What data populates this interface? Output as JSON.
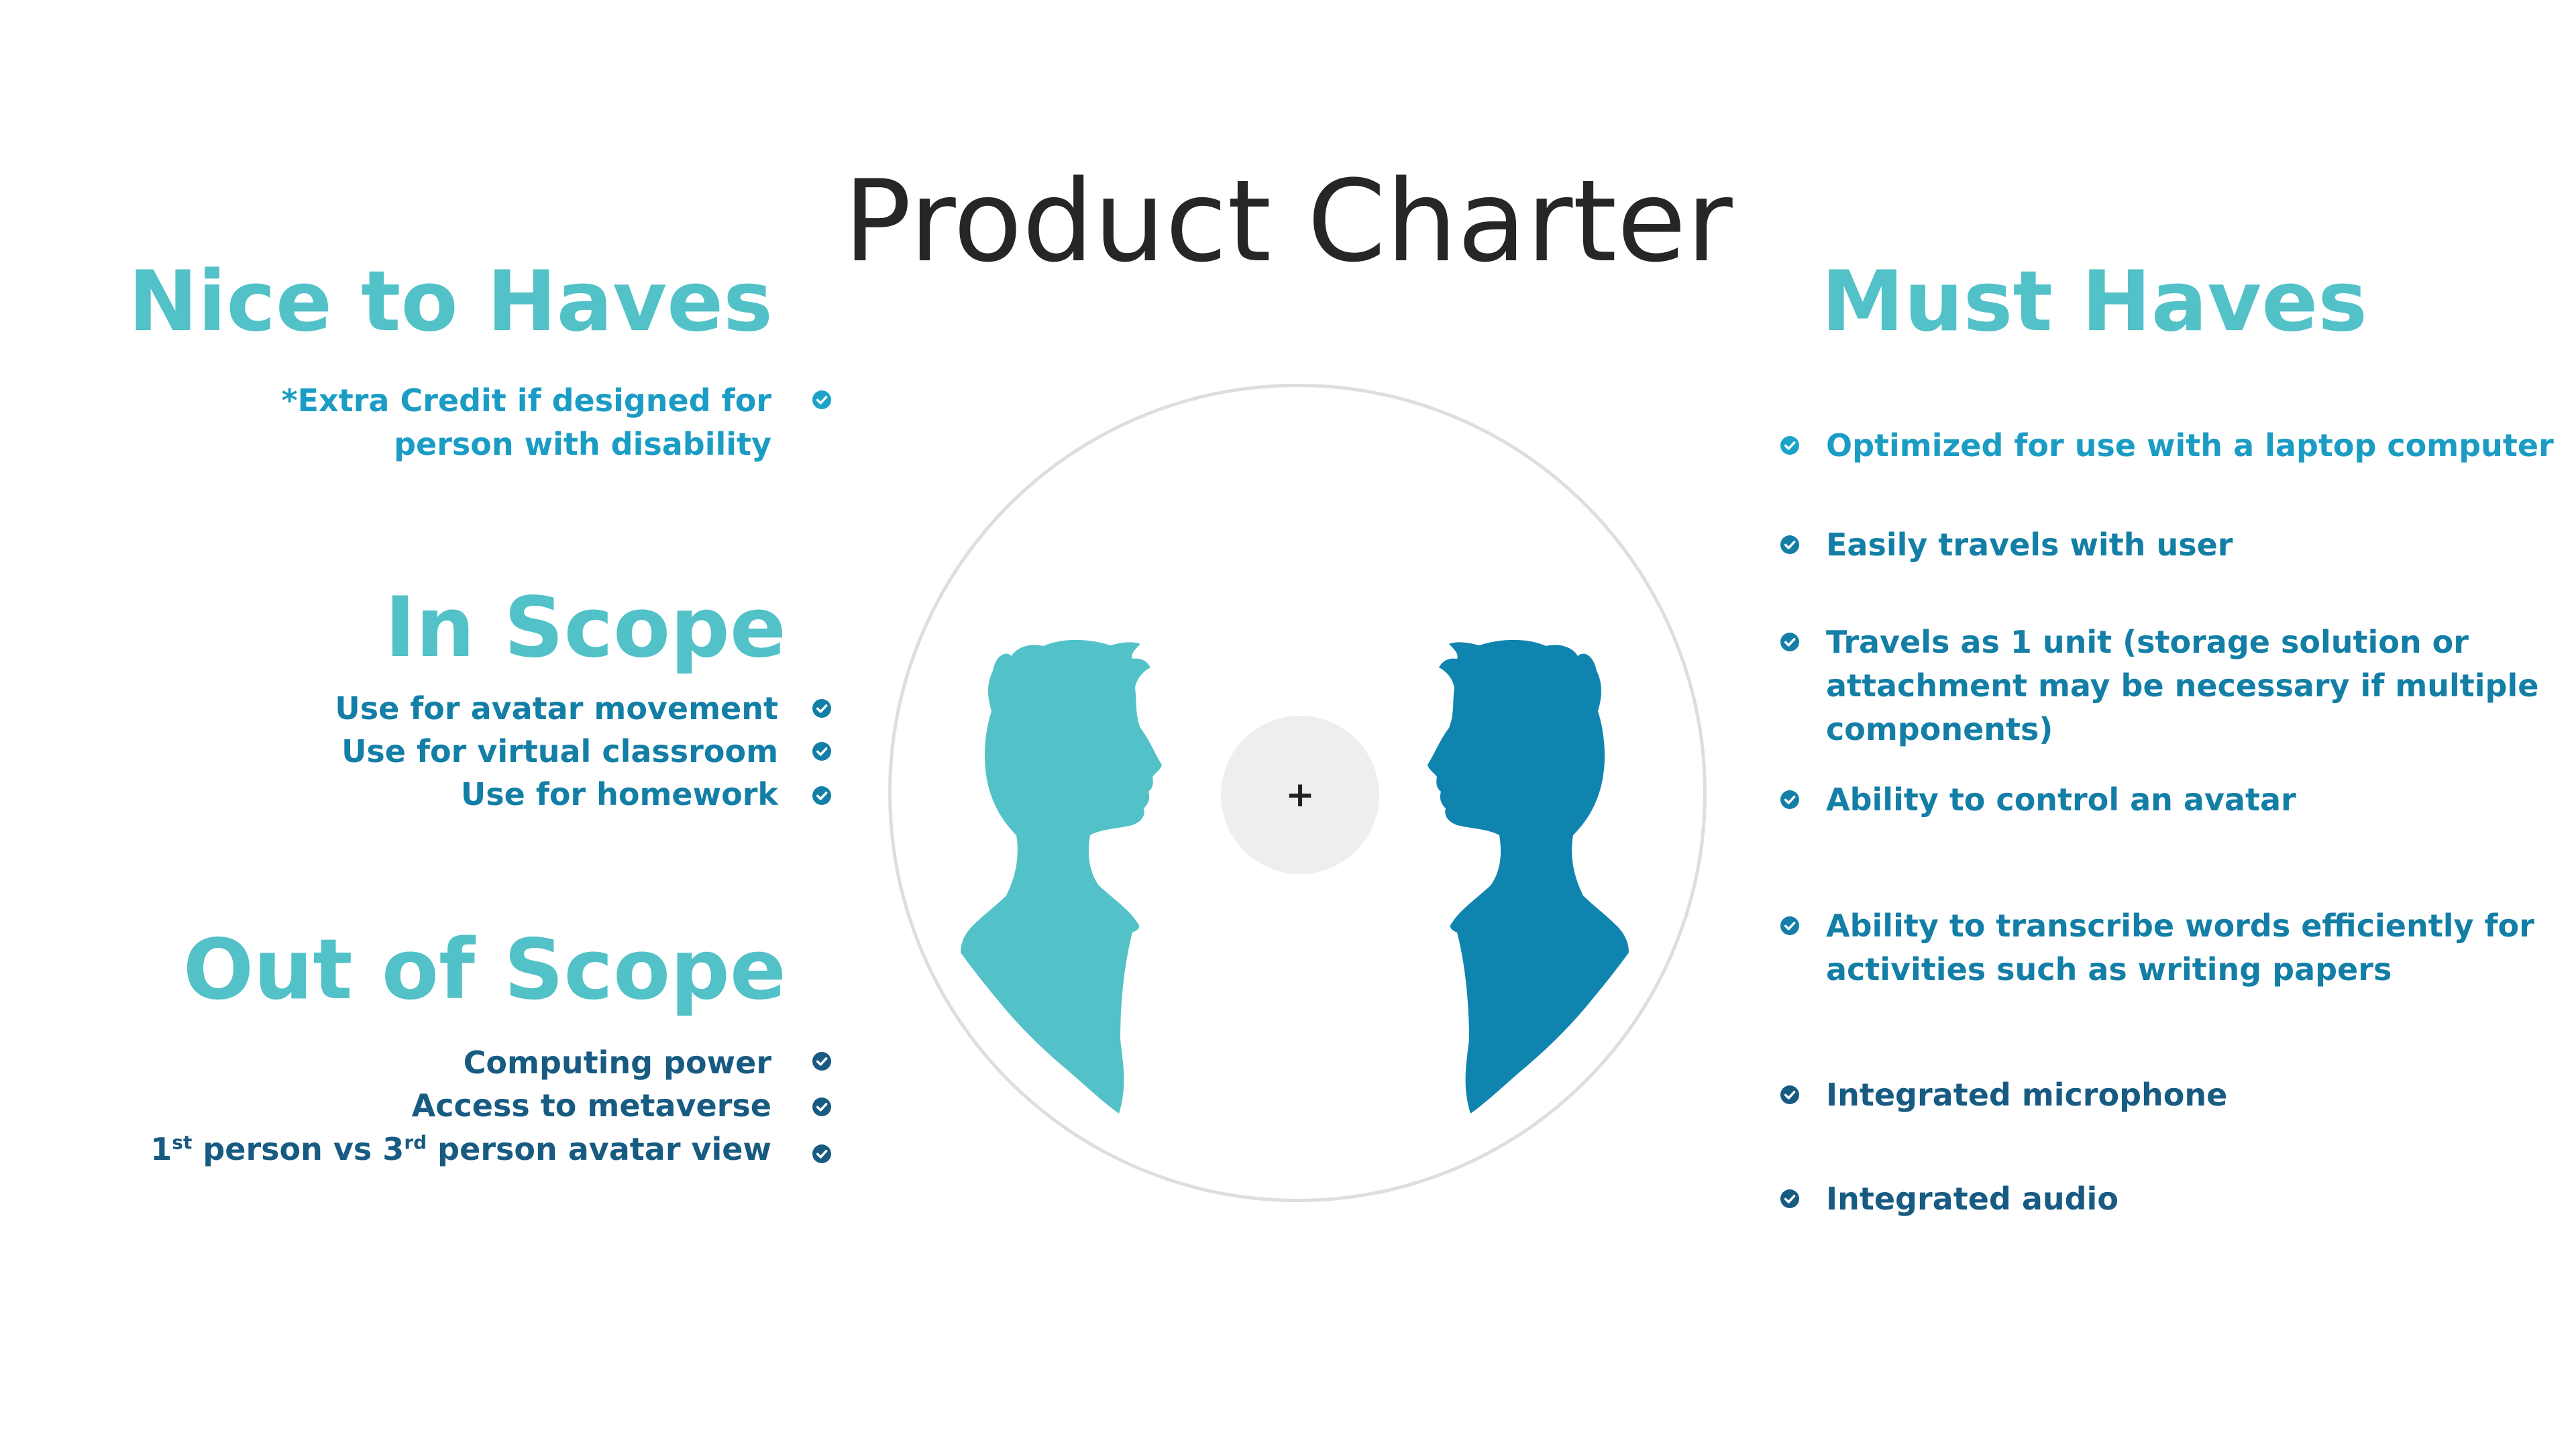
{
  "title": "Product Charter",
  "colors": {
    "teal_heading": "#52c1c8",
    "head_left": "#53c2c8",
    "head_right": "#0f84ae",
    "text_light_blue": "#1b9cc4",
    "text_blue": "#137ea6",
    "text_navy": "#185b82",
    "check_light": "#1ba3c9",
    "check_dark": "#185b82"
  },
  "nice_to_haves": {
    "heading": "Nice to Haves",
    "items": [
      "*Extra Credit if designed for",
      "person with disability"
    ]
  },
  "in_scope": {
    "heading": "In Scope",
    "items": [
      "Use for avatar movement",
      "Use for virtual classroom",
      "Use for homework"
    ]
  },
  "out_of_scope": {
    "heading": "Out of Scope",
    "items": [
      "Computing power",
      "Access to metaverse"
    ],
    "view_item": {
      "a": "1",
      "a_sup": "st",
      "b": " person vs 3",
      "b_sup": "rd",
      "c": " person avatar view"
    }
  },
  "must_haves": {
    "heading": "Must Haves",
    "items": [
      [
        "Optimized for use with a laptop computer"
      ],
      [
        "Easily travels with user"
      ],
      [
        "Travels as 1 unit (storage solution or",
        "attachment may be necessary if multiple",
        "components)"
      ],
      [
        "Ability to control an avatar"
      ],
      [
        "Ability to transcribe words efficiently for",
        "activities such as writing papers"
      ],
      [
        "Integrated microphone"
      ],
      [
        "Integrated audio"
      ]
    ]
  },
  "center": {
    "symbol": "+"
  },
  "icons": {
    "check": "check-circle-icon",
    "head": "head-silhouette-icon"
  }
}
